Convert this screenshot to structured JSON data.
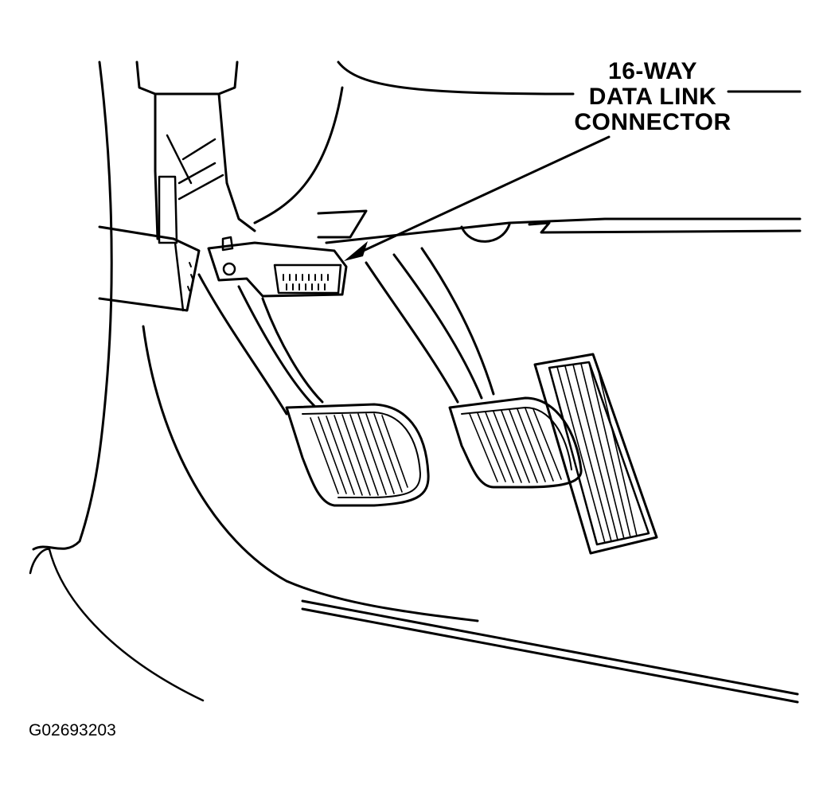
{
  "callout": {
    "lines": [
      "16-WAY",
      "DATA LINK",
      "CONNECTOR"
    ]
  },
  "figure_id": "G02693203"
}
